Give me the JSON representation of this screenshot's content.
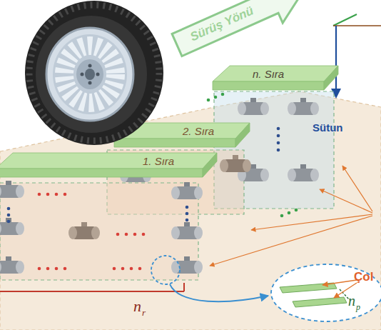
{
  "diagram": {
    "nodes": [
      {
        "text": [
          "Sürüş Yönü"
        ]
      },
      {
        "text": [
          "n. Sıra"
        ]
      },
      {
        "text": [
          "2. Sıra"
        ]
      },
      {
        "text": [
          "1. Sıra"
        ]
      }
    ],
    "labels": [
      "Sütun",
      "Çol",
      "n",
      "r",
      "n",
      "p"
    ]
  }
}
